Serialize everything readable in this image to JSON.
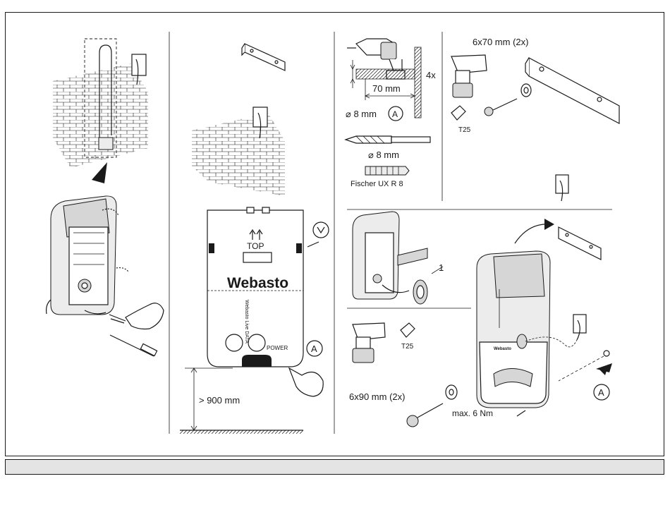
{
  "step2": {
    "label_top": "TOP",
    "brand_logo": "Webasto",
    "label_data": "Webasto Live DATA",
    "label_power": "POWER",
    "callout_a": "A",
    "height_label": "> 900 mm"
  },
  "step3": {
    "depth_label": "70 mm",
    "count_label": "4x",
    "diameter_label": "⌀ 8 mm",
    "callout_a": "A",
    "drill_bit_label": "⌀ 8 mm",
    "anchor_label": "Fischer UX R 8"
  },
  "step4": {
    "screw_label": "6x70 mm  (2x)",
    "bit_label": "T25"
  },
  "step5": {
    "part_number": "1",
    "bit_label": "T25",
    "screw_label": "6x90 mm  (2x)",
    "torque_label": "max. 6 Nm",
    "callout_a": "A"
  },
  "colors": {
    "line": "#1a1a1a",
    "bar": "#e4e4e4",
    "gray": "#d6d6d6"
  }
}
